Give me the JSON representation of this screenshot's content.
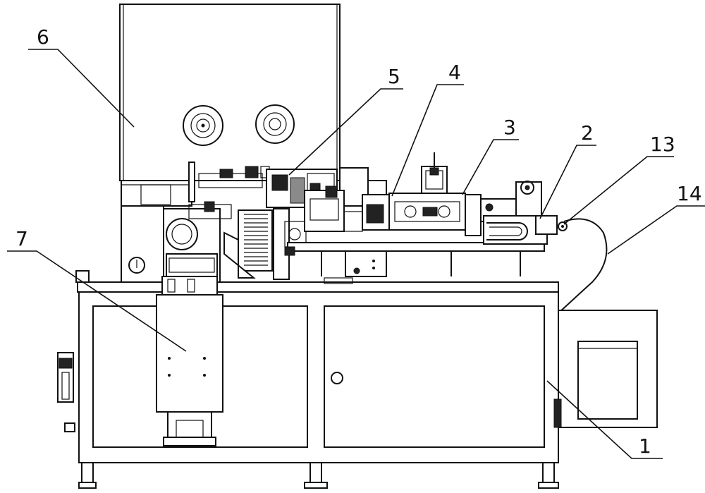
{
  "labels": {
    "l1": "1",
    "l2": "2",
    "l3": "3",
    "l4": "4",
    "l5": "5",
    "l6": "6",
    "l7": "7",
    "l13": "13",
    "l14": "14"
  }
}
